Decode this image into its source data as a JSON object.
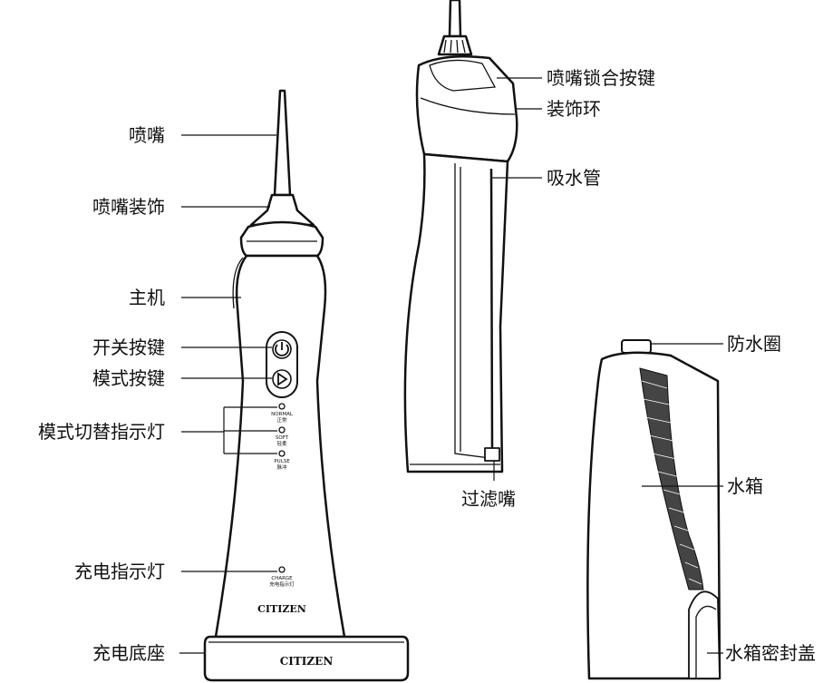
{
  "labels": {
    "nozzle": "喷嘴",
    "nozzle_trim": "喷嘴装饰",
    "main_unit": "主机",
    "power_button": "开关按键",
    "mode_button": "模式按键",
    "mode_indicator": "模式切替指示灯",
    "charge_indicator": "充电指示灯",
    "charging_base": "充电底座",
    "nozzle_lock_button": "喷嘴锁合按键",
    "decor_ring": "装饰环",
    "suction_tube": "吸水管",
    "filter_tip": "过滤嘴",
    "waterproof_ring": "防水圈",
    "water_tank": "水箱",
    "tank_seal_cover": "水箱密封盖"
  },
  "device": {
    "mode_normal_en": "NORMAL",
    "mode_normal_cn": "正常",
    "mode_soft_en": "SOFT",
    "mode_soft_cn": "轻柔",
    "mode_pulse_en": "PULSE",
    "mode_pulse_cn": "脉冲",
    "charge_en": "CHARGE",
    "charge_cn": "充电指示灯",
    "brand": "CITIZEN",
    "base_brand": "CITIZEN"
  }
}
